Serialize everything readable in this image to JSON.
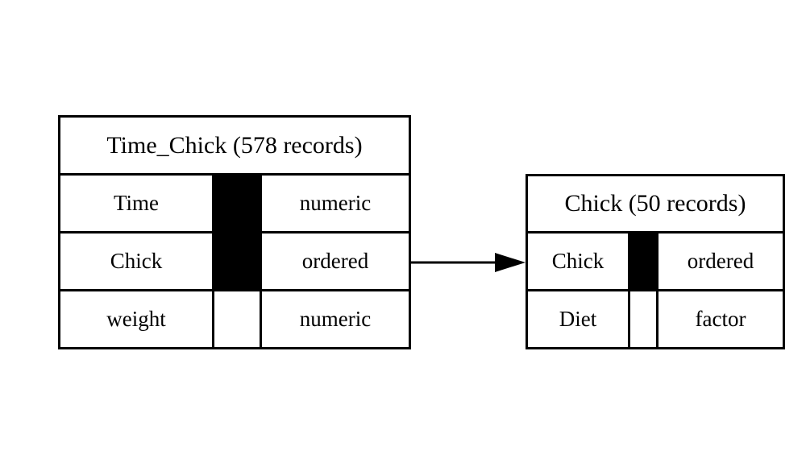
{
  "diagram": {
    "type": "entity-relationship-diagram",
    "background_color": "#ffffff",
    "line_color": "#000000",
    "key_marker_color": "#000000",
    "entities": [
      {
        "id": "time_chick",
        "title": "Time_Chick (578 records)",
        "name": "Time_Chick",
        "record_count": "578 records",
        "fields": [
          {
            "name": "Time",
            "type": "numeric",
            "is_key": true
          },
          {
            "name": "Chick",
            "type": "ordered",
            "is_key": true
          },
          {
            "name": "weight",
            "type": "numeric",
            "is_key": false
          }
        ]
      },
      {
        "id": "chick",
        "title": "Chick (50 records)",
        "name": "Chick",
        "record_count": "50 records",
        "fields": [
          {
            "name": "Chick",
            "type": "ordered",
            "is_key": true
          },
          {
            "name": "Diet",
            "type": "factor",
            "is_key": false
          }
        ]
      }
    ],
    "relationships": [
      {
        "id": "time_chick_to_chick",
        "from_entity": "time_chick",
        "from_field": "Chick",
        "to_entity": "chick",
        "to_field": "Chick",
        "style": "single-headed-arrow",
        "label": ""
      }
    ]
  }
}
